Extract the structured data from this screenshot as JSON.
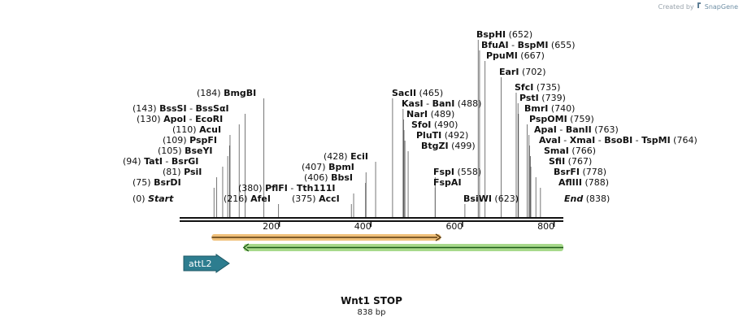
{
  "credit": {
    "prefix": "Created by",
    "brand": "SnapGene"
  },
  "title": "Wnt1 STOP",
  "subtitle": "838 bp",
  "map": {
    "length": 838,
    "ticks": [
      200,
      400,
      600,
      800
    ],
    "ends": [
      {
        "name": "Start",
        "pos": "(0)"
      },
      {
        "name": "End",
        "pos": "(838)"
      }
    ],
    "sites": [
      {
        "label": "BsrDI",
        "pos": "(75)",
        "cut": 75
      },
      {
        "label": "PsiI",
        "pos": "(81)",
        "cut": 81
      },
      {
        "label": "TatI",
        "label2": "BsrGI",
        "pos": "(94)",
        "cut": 94
      },
      {
        "label": "BseYI",
        "pos": "(105)",
        "cut": 105
      },
      {
        "label": "PspFI",
        "pos": "(109)",
        "cut": 109
      },
      {
        "label": "AcuI",
        "pos": "(110)",
        "cut": 110
      },
      {
        "label": "ApoI",
        "label2": "EcoRI",
        "pos": "(130)",
        "cut": 130
      },
      {
        "label": "BssSI",
        "label2": "BssSαI",
        "pos": "(143)",
        "cut": 143
      },
      {
        "label": "BmgBI",
        "pos": "(184)",
        "cut": 184
      },
      {
        "label": "AfeI",
        "pos": "(216)",
        "cut": 216
      },
      {
        "label": "AccI",
        "pos": "(375)",
        "cut": 375
      },
      {
        "label": "PflFI",
        "label2": "Tth111I",
        "pos": "(380)",
        "cut": 380
      },
      {
        "label": "BbsI",
        "pos": "(406)",
        "cut": 406
      },
      {
        "label": "BpmI",
        "pos": "(407)",
        "cut": 407
      },
      {
        "label": "EciI",
        "pos": "(428)",
        "cut": 428
      },
      {
        "label": "SacII",
        "pos": "(465)",
        "cut": 465
      },
      {
        "label": "KasI",
        "label2": "BanI",
        "pos": "(488)",
        "cut": 488
      },
      {
        "label": "NarI",
        "pos": "(489)",
        "cut": 489
      },
      {
        "label": "SfoI",
        "pos": "(490)",
        "cut": 490
      },
      {
        "label": "PluTI",
        "pos": "(492)",
        "cut": 492
      },
      {
        "label": "BtgZI",
        "pos": "(499)",
        "cut": 499
      },
      {
        "label": "FspI",
        "pos": "(558)",
        "cut": 558
      },
      {
        "label": "FspAI",
        "pos": "",
        "cut": 558
      },
      {
        "label": "BsiWI",
        "pos": "(623)",
        "cut": 623
      },
      {
        "label": "BspHI",
        "pos": "(652)",
        "cut": 652
      },
      {
        "label": "BfuAI",
        "label2": "BspMI",
        "pos": "(655)",
        "cut": 655
      },
      {
        "label": "PpuMI",
        "pos": "(667)",
        "cut": 667
      },
      {
        "label": "EarI",
        "pos": "(702)",
        "cut": 702
      },
      {
        "label": "SfcI",
        "pos": "(735)",
        "cut": 735
      },
      {
        "label": "PstI",
        "pos": "(739)",
        "cut": 739
      },
      {
        "label": "BmrI",
        "pos": "(740)",
        "cut": 740
      },
      {
        "label": "PspOMI",
        "pos": "(759)",
        "cut": 759
      },
      {
        "label": "ApaI",
        "label2": "BanII",
        "pos": "(763)",
        "cut": 763
      },
      {
        "label": "AvaI",
        "label2": "XmaI",
        "label3": "BsoBI",
        "label4": "TspMI",
        "pos": "(764)",
        "cut": 764
      },
      {
        "label": "SmaI",
        "pos": "(766)",
        "cut": 766
      },
      {
        "label": "SfiI",
        "pos": "(767)",
        "cut": 767
      },
      {
        "label": "BsrFI",
        "pos": "(778)",
        "cut": 778
      },
      {
        "label": "AflIII",
        "pos": "(788)",
        "cut": 788
      }
    ],
    "features": [
      {
        "name": "",
        "type": "orange-arrow",
        "start": 70,
        "end": 570,
        "direction": "forward",
        "color": "#f0c07a"
      },
      {
        "name": "",
        "type": "green-arrow",
        "start": 140,
        "end": 838,
        "direction": "reverse",
        "color": "#a7d98b"
      },
      {
        "name": "attL2",
        "type": "attL-box",
        "start": 10,
        "end": 110,
        "direction": "forward",
        "color": "#2d7d8f"
      }
    ]
  }
}
